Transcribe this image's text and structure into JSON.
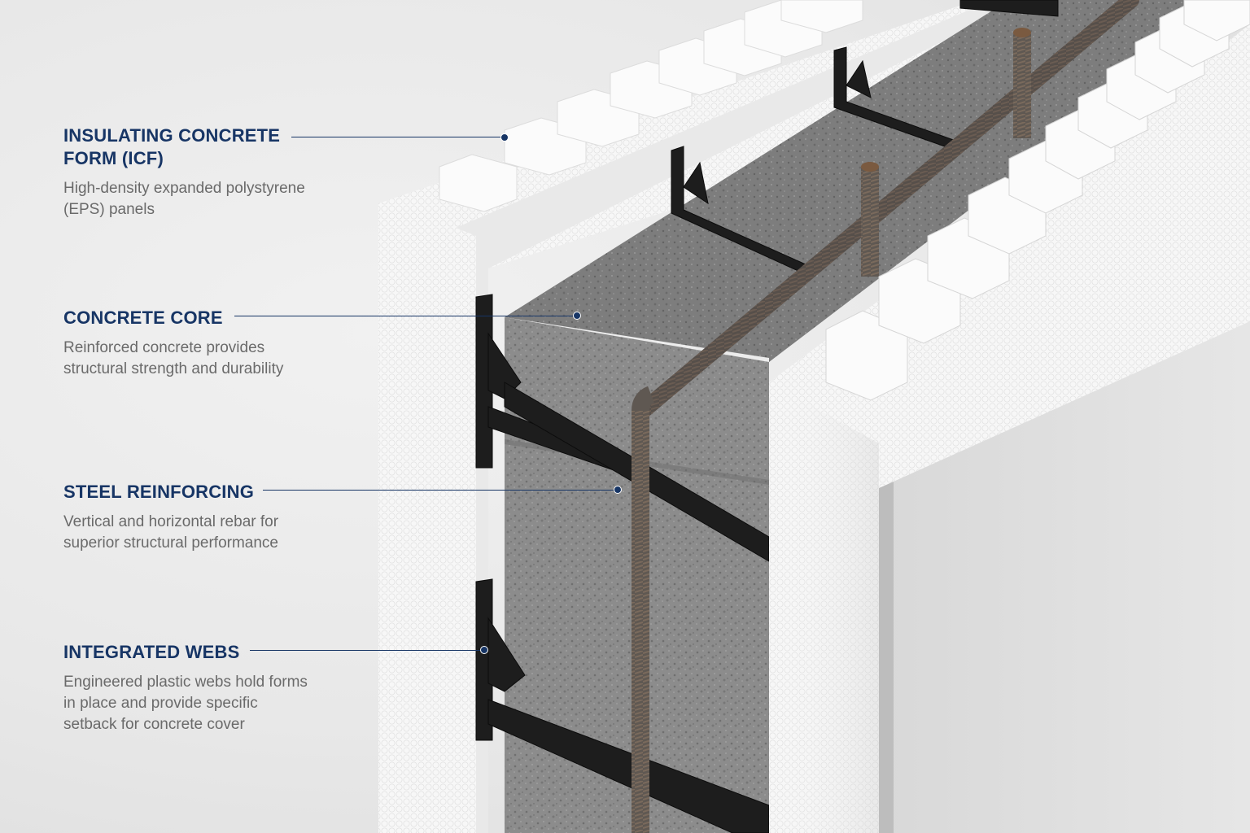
{
  "callouts": [
    {
      "title": "INSULATING CONCRETE FORM (ICF)",
      "description": "High-density expanded polystyrene (EPS) panels"
    },
    {
      "title": "CONCRETE CORE",
      "description": "Reinforced concrete provides structural strength and durability"
    },
    {
      "title": "STEEL REINFORCING",
      "description": "Vertical and horizontal rebar for superior structural performance"
    },
    {
      "title": "INTEGRATED WEBS",
      "description": "Engineered plastic webs hold forms in place and provide specific setback for concrete cover"
    }
  ],
  "colors": {
    "heading": "#173565",
    "body_text": "#6a6a6a",
    "foam": "#f7f7f7",
    "concrete": "#8e8e8e",
    "rebar": "#5e5650",
    "web_plastic": "#1c1c1c",
    "finish_board": "#dedede"
  }
}
